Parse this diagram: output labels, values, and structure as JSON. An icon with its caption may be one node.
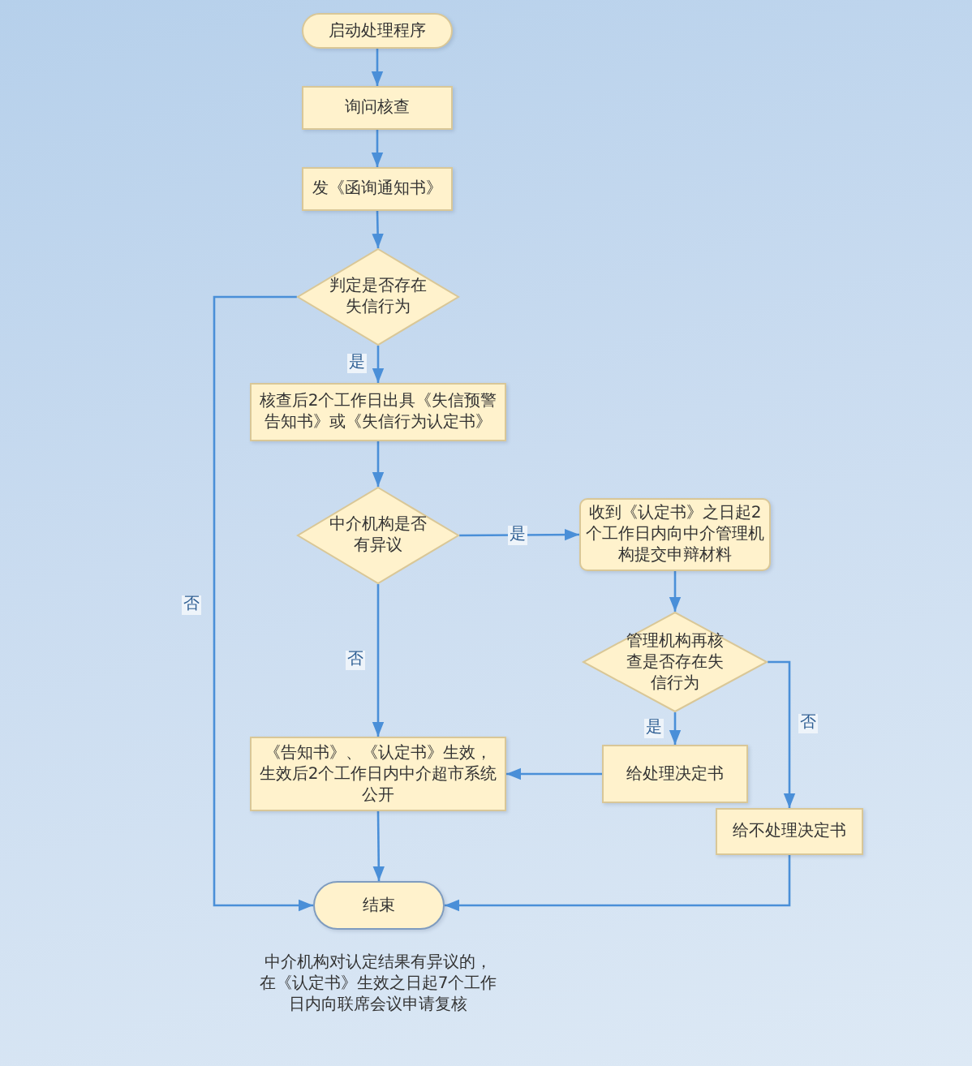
{
  "diagram": {
    "nodes": [
      {
        "text": [
          "启动处理程序"
        ]
      },
      {
        "text": [
          "询问核查"
        ]
      },
      {
        "text": [
          "发《函询通知书》"
        ]
      },
      {
        "text": [
          "判定是否存在失信行为"
        ]
      },
      {
        "text": [
          "核查后2个工作日出具《失信预警告知书》或《失信行为认定书》"
        ]
      },
      {
        "text": [
          "中介机构是否有异议"
        ]
      },
      {
        "text": [
          "收到《认定书》之日起2个工作日内向中介管理机构提交申辩材料"
        ]
      },
      {
        "text": [
          "管理机构再核查是否存在失信行为"
        ]
      },
      {
        "text": [
          "《告知书》、《认定书》生效，生效后2个工作日内中介超市系统公开"
        ]
      },
      {
        "text": [
          "给处理决定书"
        ]
      },
      {
        "text": [
          "给不处理决定书"
        ]
      },
      {
        "text": [
          "结束"
        ]
      }
    ],
    "edges": [
      {
        "from": 0,
        "to": 1,
        "arrow": "to"
      },
      {
        "from": 1,
        "to": 2,
        "arrow": "to"
      },
      {
        "from": 2,
        "to": 3,
        "arrow": "to"
      },
      {
        "from": 3,
        "to": 4,
        "arrow": "to",
        "label": "是"
      },
      {
        "from": 3,
        "to": 11,
        "arrow": "to",
        "label": "否"
      },
      {
        "from": 4,
        "to": 5,
        "arrow": "to"
      },
      {
        "from": 5,
        "to": 6,
        "arrow": "to",
        "label": "是"
      },
      {
        "from": 5,
        "to": 8,
        "arrow": "to",
        "label": "否"
      },
      {
        "from": 6,
        "to": 7,
        "arrow": "to"
      },
      {
        "from": 7,
        "to": 9,
        "arrow": "to",
        "label": "是"
      },
      {
        "from": 7,
        "to": 10,
        "arrow": "to",
        "label": "否"
      },
      {
        "from": 9,
        "to": 8,
        "arrow": "to"
      },
      {
        "from": 8,
        "to": 11,
        "arrow": "to"
      },
      {
        "from": 10,
        "to": 11,
        "arrow": "to"
      }
    ],
    "labels": [
      "中介机构对认定结果有异议的，在《认定书》生效之日起7个工作日内向联席会议申请复核"
    ]
  }
}
